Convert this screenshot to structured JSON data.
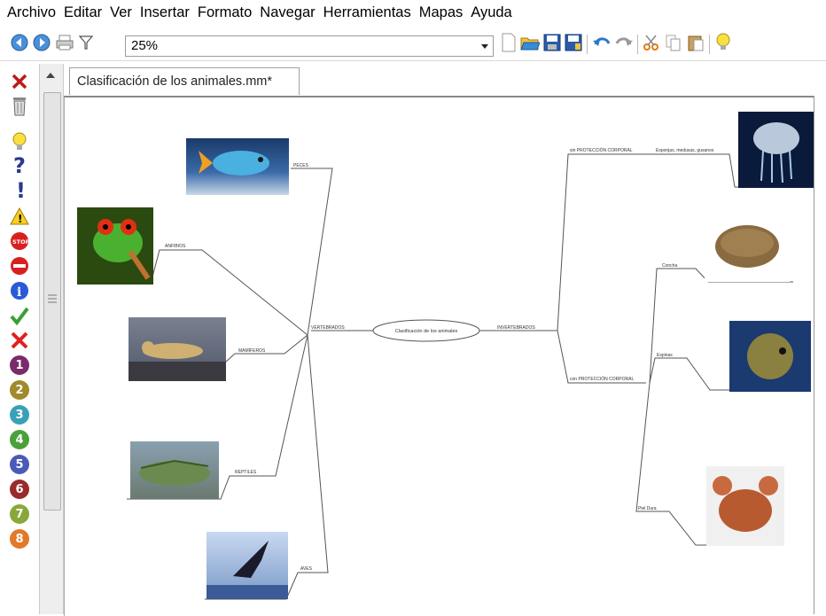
{
  "menu": [
    "Archivo",
    "Editar",
    "Ver",
    "Insertar",
    "Formato",
    "Navegar",
    "Herramientas",
    "Mapas",
    "Ayuda"
  ],
  "toolbar": {
    "zoom_value": "25%",
    "icons": [
      "back-icon",
      "forward-icon",
      "print-icon",
      "filter-icon",
      "new-icon",
      "open-icon",
      "save-icon",
      "save-as-icon",
      "undo-icon",
      "redo-icon",
      "cut-icon",
      "copy-icon",
      "paste-icon",
      "idea-icon"
    ]
  },
  "iconbar": {
    "icons": [
      "delete-icon",
      "trash-icon",
      "lightbulb-icon",
      "question-icon",
      "exclamation-icon",
      "warning-icon",
      "stop-icon",
      "no-entry-icon",
      "info-icon",
      "check-icon",
      "cross-icon",
      "priority-1-icon",
      "priority-2-icon",
      "priority-3-icon",
      "priority-4-icon",
      "priority-5-icon",
      "priority-6-icon",
      "priority-7-icon",
      "priority-8-icon"
    ],
    "stop_text": "STOP",
    "numbers": [
      "1",
      "2",
      "3",
      "4",
      "5",
      "6",
      "7",
      "8"
    ],
    "colors": {
      "1": "#7a2b6b",
      "2": "#a08a2a",
      "3": "#3aa0b8",
      "4": "#4aa03a",
      "5": "#4a5ab8",
      "6": "#9a2b2b",
      "7": "#8aa83a",
      "8": "#e07a2a"
    }
  },
  "tab": {
    "label": "Clasificación de los animales.mm*"
  },
  "mindmap": {
    "center": "Clasificación de los animales",
    "left_branch": "VERTEBRADOS",
    "right_branch": "INVERTEBRADOS",
    "left_children": [
      "PECES",
      "ANFIBIOS",
      "MAMÍFEROS",
      "REPTILES",
      "AVES"
    ],
    "right_groups": [
      "sin PROTECCIÓN CORPORAL",
      "con PROTECCIÓN CORPORAL"
    ],
    "sin_children": [
      "Esponjas, medusas, gusanos"
    ],
    "con_children": [
      "Concha",
      "Espinas",
      "Piel Dura"
    ],
    "image_subjects": [
      "fish",
      "frog",
      "leopard",
      "iguana",
      "bird",
      "jellyfish",
      "shell",
      "pufferfish",
      "crab"
    ]
  }
}
